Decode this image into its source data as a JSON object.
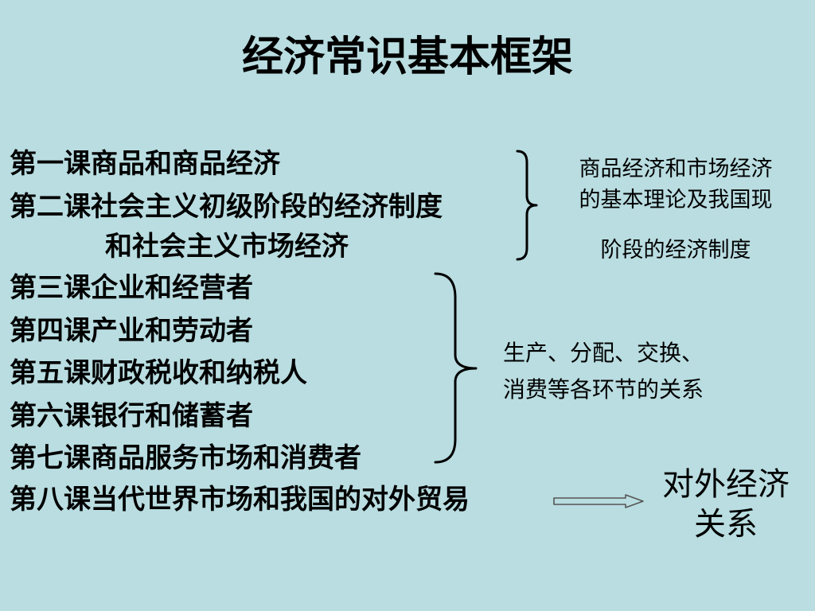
{
  "title": "经济常识基本框架",
  "lessons": [
    "第一课商品和商品经济",
    "第二课社会主义初级阶段的经济制度",
    "和社会主义市场经济",
    "第三课企业和经营者",
    "第四课产业和劳动者",
    "第五课财政税收和纳税人",
    "第六课银行和储蓄者",
    "第七课商品服务市场和消费者",
    "第八课当代世界市场和我国的对外贸易"
  ],
  "groups": {
    "group1": {
      "lines": [
        "商品经济和市场经济",
        "的基本理论及我国现",
        "阶段的经济制度"
      ]
    },
    "group2": {
      "lines": [
        "生产、分配、交换、",
        "消费等各环节的关系"
      ]
    },
    "group3": {
      "lines": [
        "对外经济",
        "关系"
      ]
    }
  }
}
